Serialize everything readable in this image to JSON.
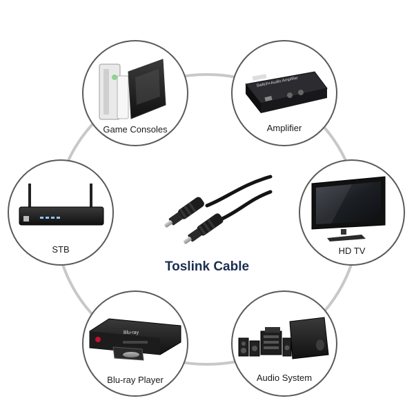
{
  "center": {
    "title": "Toslink Cable"
  },
  "devices": {
    "game_consoles": {
      "label": "Game Consoles",
      "icon": "game-console-icon"
    },
    "amplifier": {
      "label": "Amplifier",
      "icon": "amplifier-icon",
      "panel_text": "Switch+Audio Amplifier"
    },
    "stb": {
      "label": "STB",
      "icon": "set-top-box-icon"
    },
    "hd_tv": {
      "label": "HD TV",
      "icon": "tv-icon"
    },
    "bluray": {
      "label": "Blu-ray Player",
      "icon": "bluray-player-icon",
      "panel_text": "Blu-ray"
    },
    "audio_system": {
      "label": "Audio System",
      "icon": "speaker-system-icon"
    }
  },
  "colors": {
    "ring": "#c8c8c8",
    "node_border": "#5a5a5a",
    "title": "#1c2d52"
  }
}
